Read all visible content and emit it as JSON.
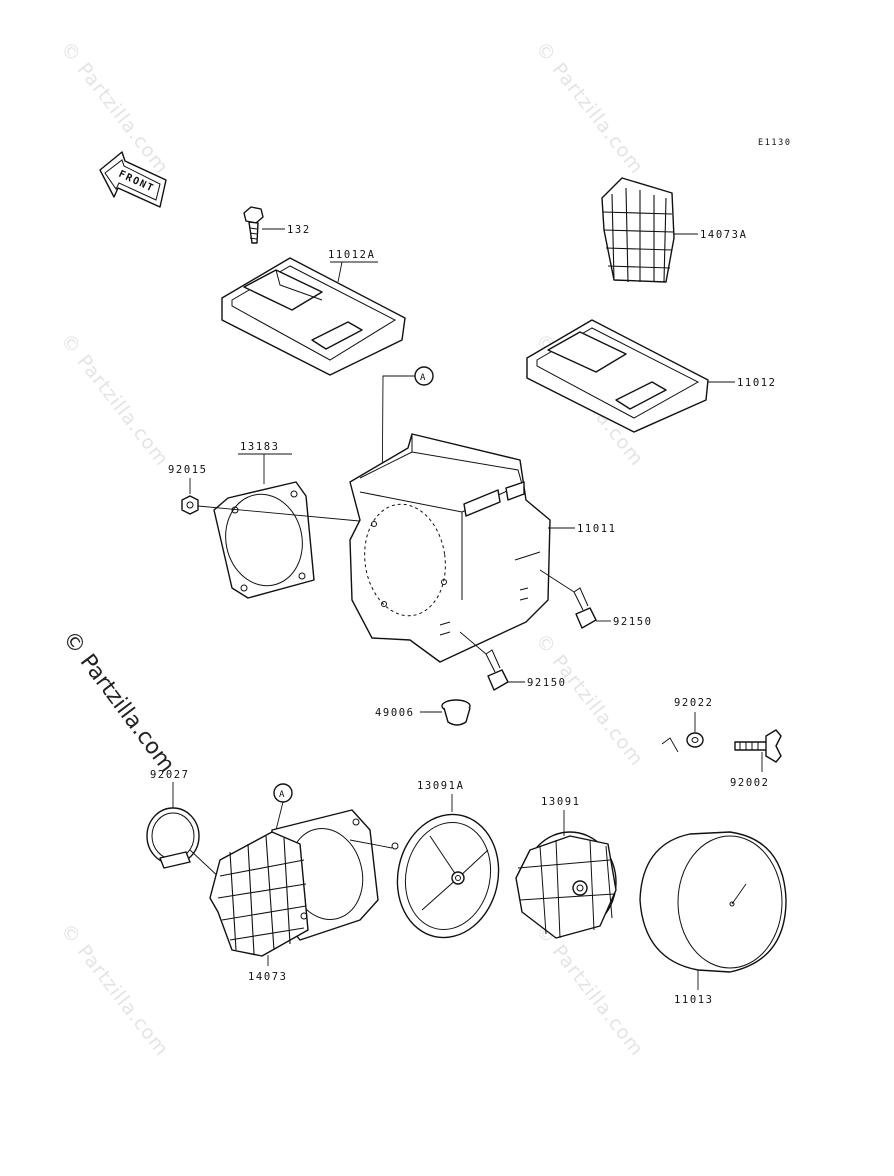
{
  "diagram": {
    "code": "E1130",
    "front_label": "FRONT",
    "callout": "A",
    "parts": {
      "p132": "132",
      "p11012A": "11012A",
      "p14073A": "14073A",
      "p11012": "11012",
      "p13183": "13183",
      "p92015": "92015",
      "p11011": "11011",
      "p92150a": "92150",
      "p92150b": "92150",
      "p49006": "49006",
      "p92022": "92022",
      "p92002": "92002",
      "p92027": "92027",
      "p13091A": "13091A",
      "p13091": "13091",
      "p14073": "14073",
      "p11013": "11013"
    }
  },
  "watermark": {
    "text": "© Partzilla.com",
    "prominent": "© Partzilla.com"
  }
}
